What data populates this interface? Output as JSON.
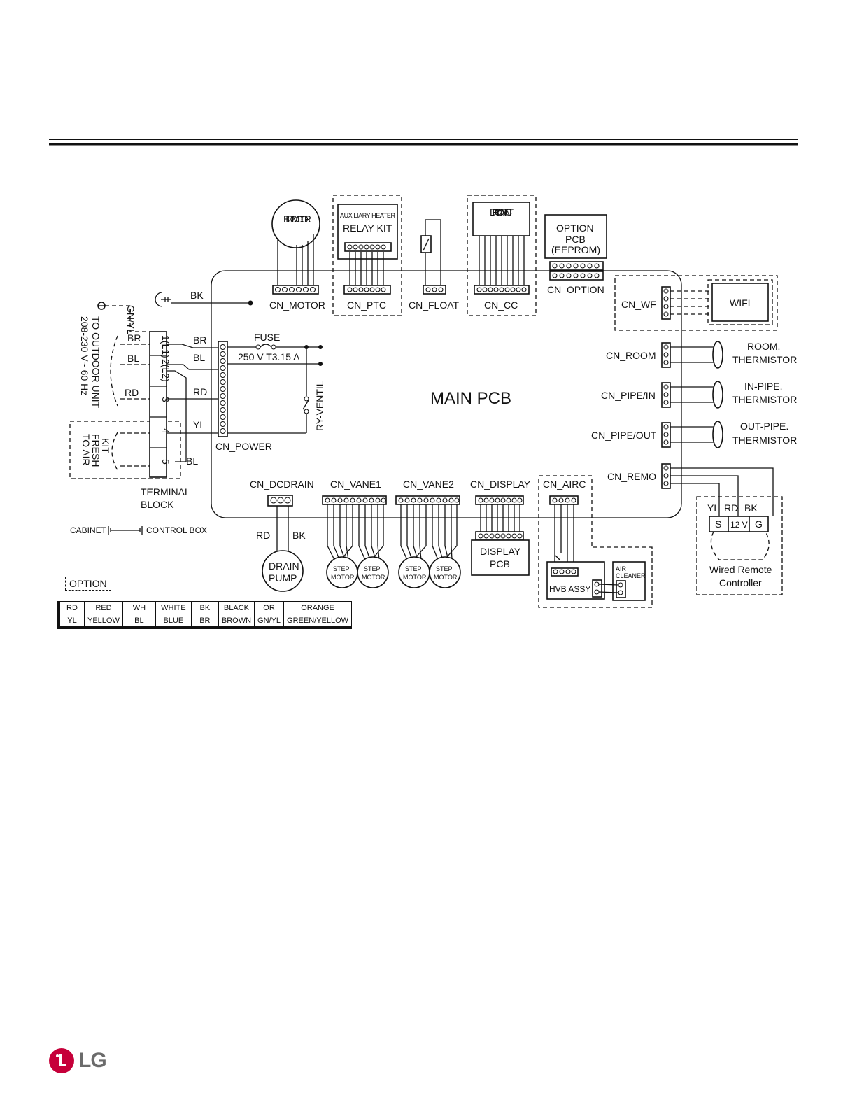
{
  "main_board": "MAIN PCB",
  "components": {
    "bldc_motor": "BLDC MOTOR",
    "aux_heater_top": "AUXILIARY HEATER",
    "aux_heater_bottom": "RELAY KIT",
    "dry_contact": "DRY CONTACT",
    "option_pcb": [
      "OPTION",
      "PCB",
      "(EEPROM)"
    ],
    "wifi": "WIFI",
    "room_thermistor": [
      "ROOM.",
      "THERMISTOR"
    ],
    "inpipe_thermistor": [
      "IN-PIPE.",
      "THERMISTOR"
    ],
    "outpipe_thermistor": [
      "OUT-PIPE.",
      "THERMISTOR"
    ],
    "drain_pump": [
      "DRAIN",
      "PUMP"
    ],
    "step_motor": [
      "STEP",
      "MOTOR"
    ],
    "display_pcb": [
      "DISPLAY",
      "PCB"
    ],
    "hvb_assy": "HVB ASSY",
    "air_cleaner": [
      "AIR",
      "CLEANER"
    ],
    "wired_remote": [
      "Wired Remote",
      "Controller"
    ],
    "terminal_block": [
      "TERMINAL",
      "BLOCK"
    ],
    "outdoor_unit": [
      "TO OUTDOOR UNIT",
      "208-230 V~ 60 Hz"
    ],
    "fresh_kit": [
      "TO AIR",
      "FRESH",
      "KIT"
    ],
    "fuse": "FUSE",
    "fuse_rating": "250 V T3.15 A",
    "ry_ventil": "RY-VENTIL",
    "cabinet": "CABINET",
    "control_box": "CONTROL BOX"
  },
  "connectors": {
    "motor": "CN_MOTOR",
    "ptc": "CN_PTC",
    "float": "CN_FLOAT",
    "cc": "CN_CC",
    "option": "CN_OPTION",
    "wf": "CN_WF",
    "room": "CN_ROOM",
    "pipe_in": "CN_PIPE/IN",
    "pipe_out": "CN_PIPE/OUT",
    "remo": "CN_REMO",
    "power": "CN_POWER",
    "dcdrain": "CN_DCDRAIN",
    "vane1": "CN_VANE1",
    "vane2": "CN_VANE2",
    "display": "CN_DISPLAY",
    "airc": "CN_AIRC"
  },
  "terminals": [
    "1(L1)",
    "2(L2)",
    "3",
    "4",
    "5"
  ],
  "remote_terminals": [
    "S",
    "12 V",
    "G"
  ],
  "remote_wires": [
    "YL",
    "RD",
    "BK"
  ],
  "wire_labels": {
    "bk": "BK",
    "gnyl": "GN/YL",
    "br": "BR",
    "bl": "BL",
    "rd": "RD",
    "yl": "YL"
  },
  "legend": {
    "option_label": "OPTION",
    "rows": [
      [
        "RD",
        "RED",
        "WH",
        "WHITE",
        "BK",
        "BLACK",
        "OR",
        "ORANGE"
      ],
      [
        "YL",
        "YELLOW",
        "BL",
        "BLUE",
        "BR",
        "BROWN",
        "GN/YL",
        "GREEN/YELLOW"
      ]
    ]
  },
  "brand": "LG"
}
